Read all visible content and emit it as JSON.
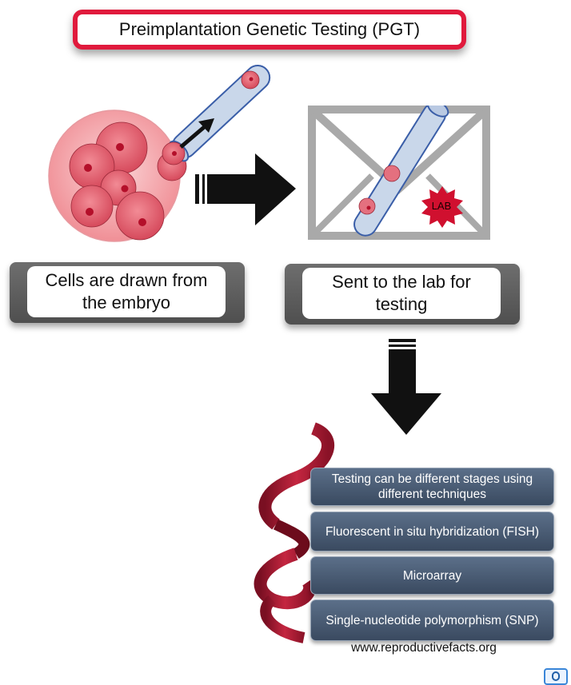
{
  "title": "Preimplantation Genetic Testing (PGT)",
  "steps": {
    "cells_drawn": "Cells are drawn from the embryo",
    "sent_to_lab": "Sent to the lab for testing"
  },
  "envelope": {
    "stamp_label": "LAB"
  },
  "techniques": [
    "Testing can be different stages using different techniques",
    "Fluorescent in situ hybridization (FISH)",
    "Microarray",
    "Single-nucleotide polymorphism (SNP)"
  ],
  "source": "www.reproductivefacts.org",
  "colors": {
    "title_border": "#e01a3c",
    "cell_red": "#d9364f",
    "envelope_gray": "#a9a9a9",
    "tech_box": "#4a5a72",
    "dna_ribbon": "#b51e36"
  }
}
